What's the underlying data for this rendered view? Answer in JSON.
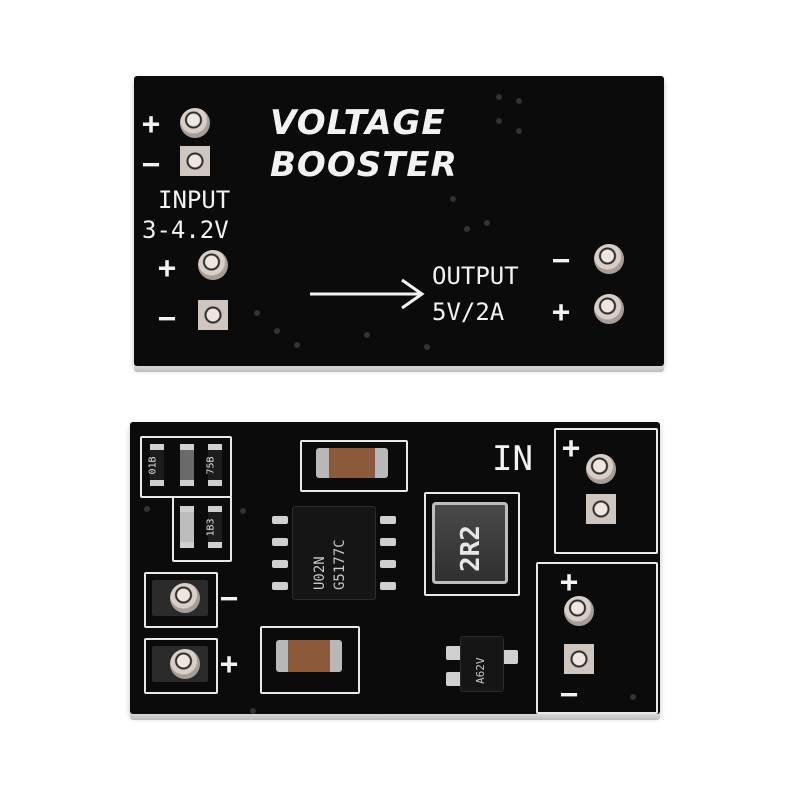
{
  "top_board": {
    "title_line1": "VOLTAGE",
    "title_line2": "BOOSTER",
    "input_label": "INPUT",
    "input_range": "3-4.2V",
    "output_label": "OUTPUT",
    "output_spec": "5V/2A",
    "plus": "+",
    "minus": "−"
  },
  "bottom_board": {
    "in_label": "IN",
    "ic_marking_1": "U02N",
    "ic_marking_2": "G5177C",
    "inductor_marking": "2R2",
    "diode_marking": "A62V",
    "resistor_markings": [
      "01B",
      "75B",
      "1B3"
    ],
    "plus": "+",
    "minus": "−"
  }
}
